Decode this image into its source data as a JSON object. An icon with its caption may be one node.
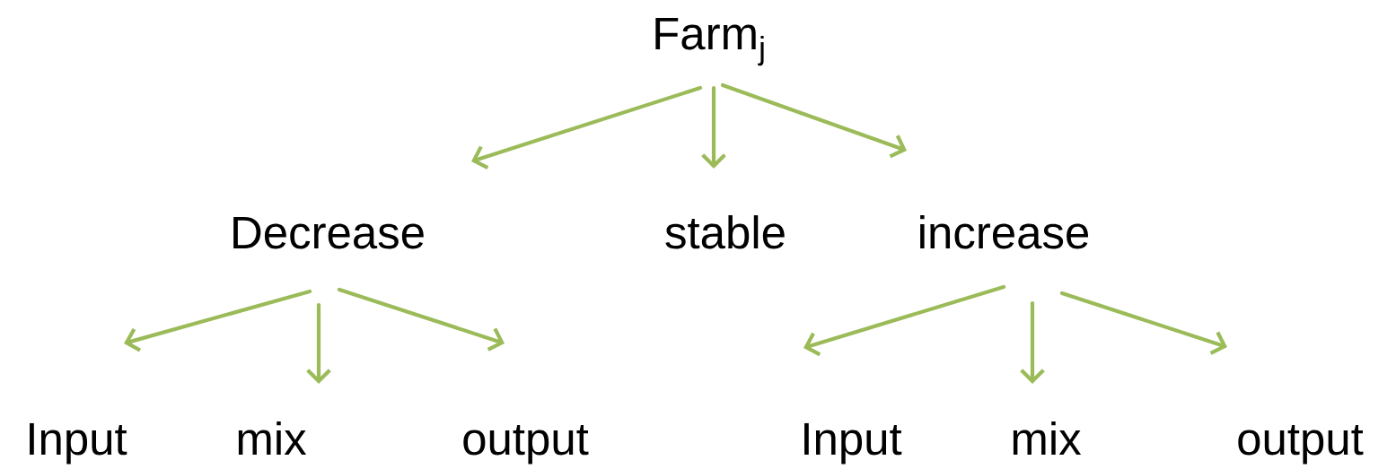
{
  "diagram": {
    "nodes": [
      {
        "text": [
          "Farm$_{j}$"
        ]
      },
      {
        "text": [
          "Decrease"
        ]
      },
      {
        "text": [
          "stable"
        ]
      },
      {
        "text": [
          "increase"
        ]
      },
      {
        "text": [
          "Input"
        ]
      },
      {
        "text": [
          "mix"
        ]
      },
      {
        "text": [
          "output"
        ]
      },
      {
        "text": [
          "Input"
        ]
      },
      {
        "text": [
          "mix"
        ]
      },
      {
        "text": [
          "output"
        ]
      }
    ],
    "edges": [
      {
        "from": 0,
        "to": 1,
        "arrow": "to"
      },
      {
        "from": 0,
        "to": 2,
        "arrow": "to"
      },
      {
        "from": 0,
        "to": 3,
        "arrow": "to"
      },
      {
        "from": 1,
        "to": 4,
        "arrow": "to"
      },
      {
        "from": 1,
        "to": 5,
        "arrow": "to"
      },
      {
        "from": 1,
        "to": 6,
        "arrow": "to"
      },
      {
        "from": 3,
        "to": 7,
        "arrow": "to"
      },
      {
        "from": 3,
        "to": 8,
        "arrow": "to"
      },
      {
        "from": 3,
        "to": 9,
        "arrow": "to"
      }
    ]
  }
}
